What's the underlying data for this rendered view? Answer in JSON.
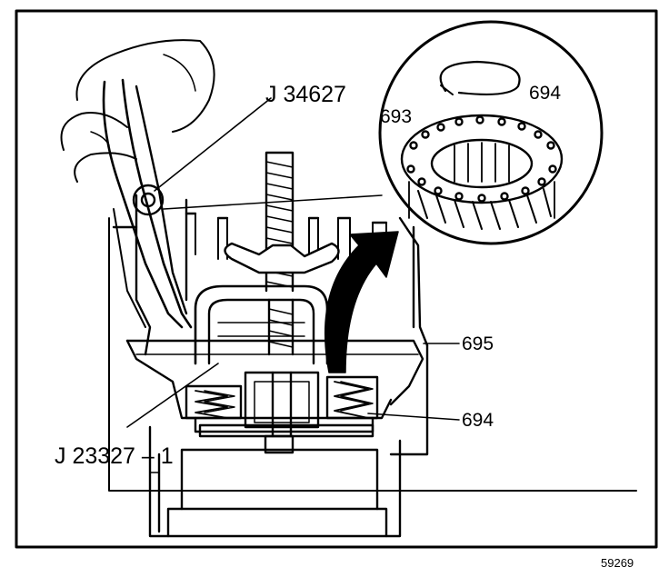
{
  "labels": {
    "tool_pliers": "J 34627",
    "tool_compressor": "J 23327 – 1",
    "snap_ring": "693",
    "spring_assembly_inset": "694",
    "spring_assembly": "694",
    "piston": "695"
  },
  "figure_number": "59269",
  "colors": {
    "ink": "#000000",
    "paper": "#ffffff"
  }
}
